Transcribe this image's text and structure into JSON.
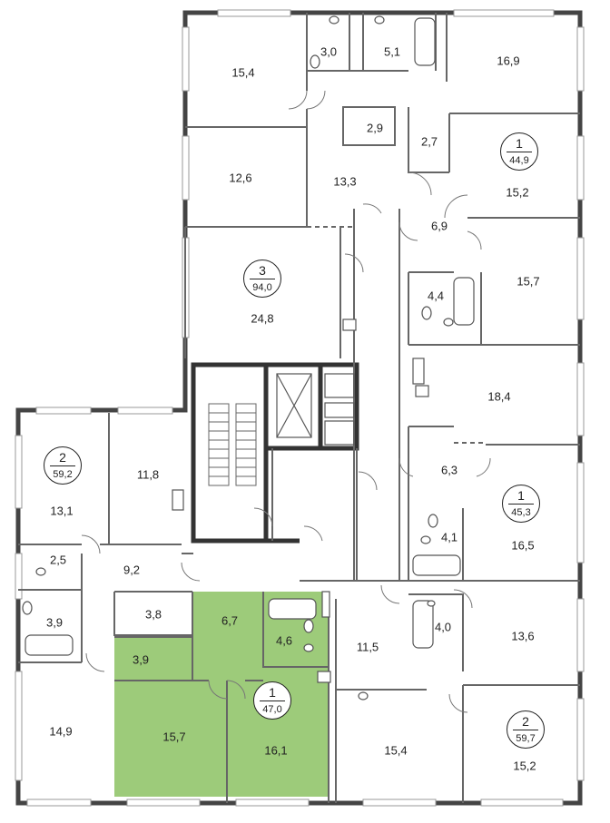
{
  "colors": {
    "wall": "#444444",
    "thin_wall": "#777777",
    "highlight": "#9dcb7a",
    "window": "#ffffff",
    "background": "#ffffff"
  },
  "apartments": [
    {
      "id": "apt-1-top",
      "rooms": "1",
      "area": "44,9"
    },
    {
      "id": "apt-3",
      "rooms": "3",
      "area": "94,0"
    },
    {
      "id": "apt-2-left",
      "rooms": "2",
      "area": "59,2"
    },
    {
      "id": "apt-1-mid",
      "rooms": "1",
      "area": "45,3"
    },
    {
      "id": "apt-1-selected",
      "rooms": "1",
      "area": "47,0"
    },
    {
      "id": "apt-2-right",
      "rooms": "2",
      "area": "59,7"
    }
  ],
  "rooms": [
    "15,4",
    "3,0",
    "5,1",
    "16,9",
    "2,9",
    "2,7",
    "15,2",
    "12,6",
    "13,3",
    "6,9",
    "15,7",
    "24,8",
    "4,4",
    "18,4",
    "11,8",
    "13,1",
    "6,3",
    "16,5",
    "4,1",
    "2,5",
    "9,2",
    "3,8",
    "3,9",
    "6,7",
    "4,6",
    "11,5",
    "4,0",
    "13,6",
    "3,9",
    "14,9",
    "15,7",
    "16,1",
    "15,4",
    "15,2"
  ]
}
